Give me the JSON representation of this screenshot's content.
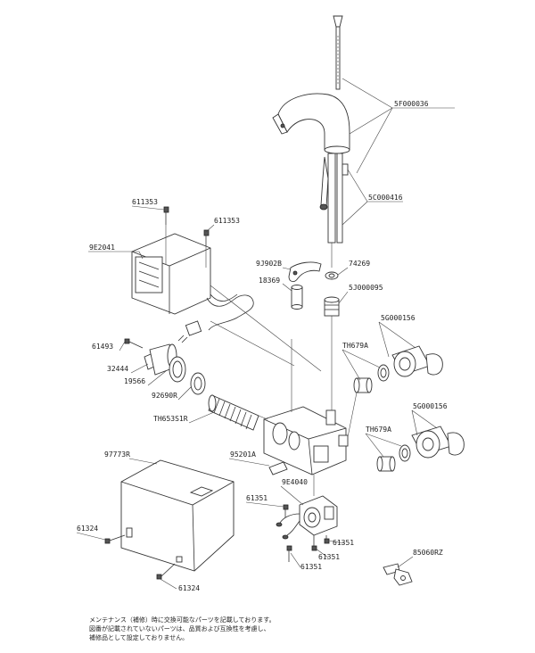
{
  "labels": {
    "p5F000036": "5F000036",
    "p5C000416": "5C000416",
    "p611353a": "611353",
    "p611353b": "611353",
    "p9E2041": "9E2041",
    "p9J902B": "9J902B",
    "p74269": "74269",
    "p18369": "18369",
    "p5J000095": "5J000095",
    "p5G000156a": "5G000156",
    "p61493": "61493",
    "pTH679Aa": "TH679A",
    "p32444": "32444",
    "p19566": "19566",
    "p92690R": "92690R",
    "pTH653S1R": "TH653S1R",
    "p5G000156b": "5G000156",
    "pTH679Ab": "TH679A",
    "p97773R": "97773R",
    "p95201A": "95201A",
    "p9E4040": "9E4040",
    "p61351a": "61351",
    "p61324a": "61324",
    "p61351b": "61351",
    "p61351c": "61351",
    "p61351d": "61351",
    "p85060RZ": "85060RZ",
    "p61324b": "61324"
  },
  "notes": [
    "メンテナンス（補修）時に交換可能なパーツを記載しております。",
    "図番が記載されていないパーツは、品質および互換性を考慮し、",
    "補修品として設定しておりません。"
  ]
}
